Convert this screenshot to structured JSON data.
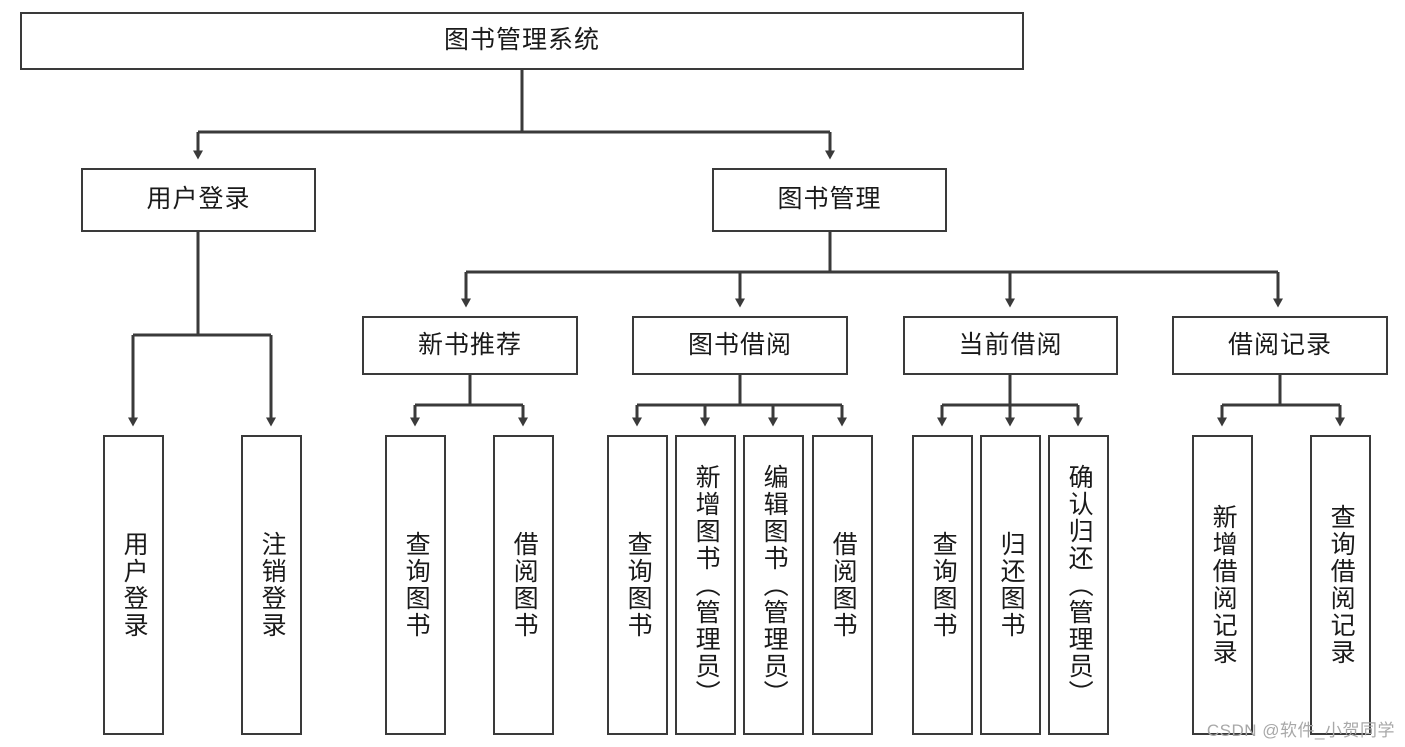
{
  "diagram": {
    "title": "图书管理系统",
    "type": "tree-hierarchy",
    "orientation": "top-down",
    "root": {
      "label": "图书管理系统"
    },
    "level2": [
      {
        "label": "用户登录"
      },
      {
        "label": "图书管理"
      }
    ],
    "level3": [
      {
        "label": "新书推荐"
      },
      {
        "label": "图书借阅"
      },
      {
        "label": "当前借阅"
      },
      {
        "label": "借阅记录"
      }
    ],
    "leaves": {
      "user_login": [
        {
          "label": "用户登录"
        },
        {
          "label": "注销登录"
        }
      ],
      "new_book_recommend": [
        {
          "label": "查询图书"
        },
        {
          "label": "借阅图书"
        }
      ],
      "book_borrow": [
        {
          "label": "查询图书"
        },
        {
          "label": "新增图书（管理员）"
        },
        {
          "label": "编辑图书（管理员）"
        },
        {
          "label": "借阅图书"
        }
      ],
      "current_borrow": [
        {
          "label": "查询图书"
        },
        {
          "label": "归还图书"
        },
        {
          "label": "确认归还（管理员）"
        }
      ],
      "borrow_record": [
        {
          "label": "新增借阅记录"
        },
        {
          "label": "查询借阅记录"
        }
      ]
    }
  },
  "watermark": {
    "text": "CSDN @软件_小贺同学"
  },
  "colors": {
    "background": "#ffffff",
    "box_border": "#3a3a3a",
    "box_fill": "#ffffff",
    "text": "#1a1a1a",
    "connector": "#3a3a3a",
    "watermark": "#a8a8a8"
  }
}
